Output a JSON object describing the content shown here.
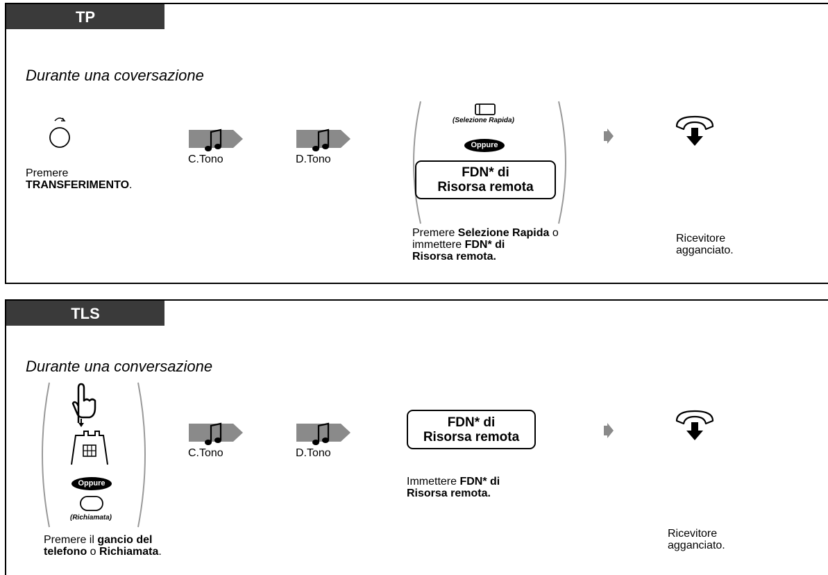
{
  "tp": {
    "tab": "TP",
    "heading": "Durante una coversazione",
    "step1_caption_a": "Premere",
    "step1_caption_b": "TRANSFERIMENTO",
    "step1_caption_c": ".",
    "tone1": "C.Tono",
    "tone2": "D.Tono",
    "speed_dial_label": "(Selezione Rapida)",
    "or_badge": "Oppure",
    "fdn_line1": "FDN* di",
    "fdn_line2": "Risorsa remota",
    "step3_a": "Premere ",
    "step3_b": "Selezione Rapida",
    "step3_c": " o",
    "step3_d": "immettere ",
    "step3_e": "FDN* di",
    "step3_f": "Risorsa remota.",
    "hangup_line1": "Ricevitore",
    "hangup_line2": "agganciato."
  },
  "tls": {
    "tab": "TLS",
    "heading": "Durante una conversazione",
    "or_badge": "Oppure",
    "recall_label": "(Richiamata)",
    "step1_a": "Premere il ",
    "step1_b": "gancio del",
    "step1_c": "telefono",
    "step1_d": " o ",
    "step1_e": "Richiamata",
    "step1_f": ".",
    "tone1": "C.Tono",
    "tone2": "D.Tono",
    "fdn_line1": "FDN* di",
    "fdn_line2": "Risorsa remota",
    "step3_a": "Immettere ",
    "step3_b": "FDN* di",
    "step3_c": "Risorsa remota.",
    "hangup_line1": "Ricevitore",
    "hangup_line2": "agganciato."
  },
  "icons": [
    "transfer-button-icon",
    "tone-arrow-icon",
    "speed-dial-key-icon",
    "arrow-right-icon",
    "hang-up-handset-icon",
    "hand-press-icon",
    "hookswitch-icon",
    "recall-key-icon"
  ]
}
